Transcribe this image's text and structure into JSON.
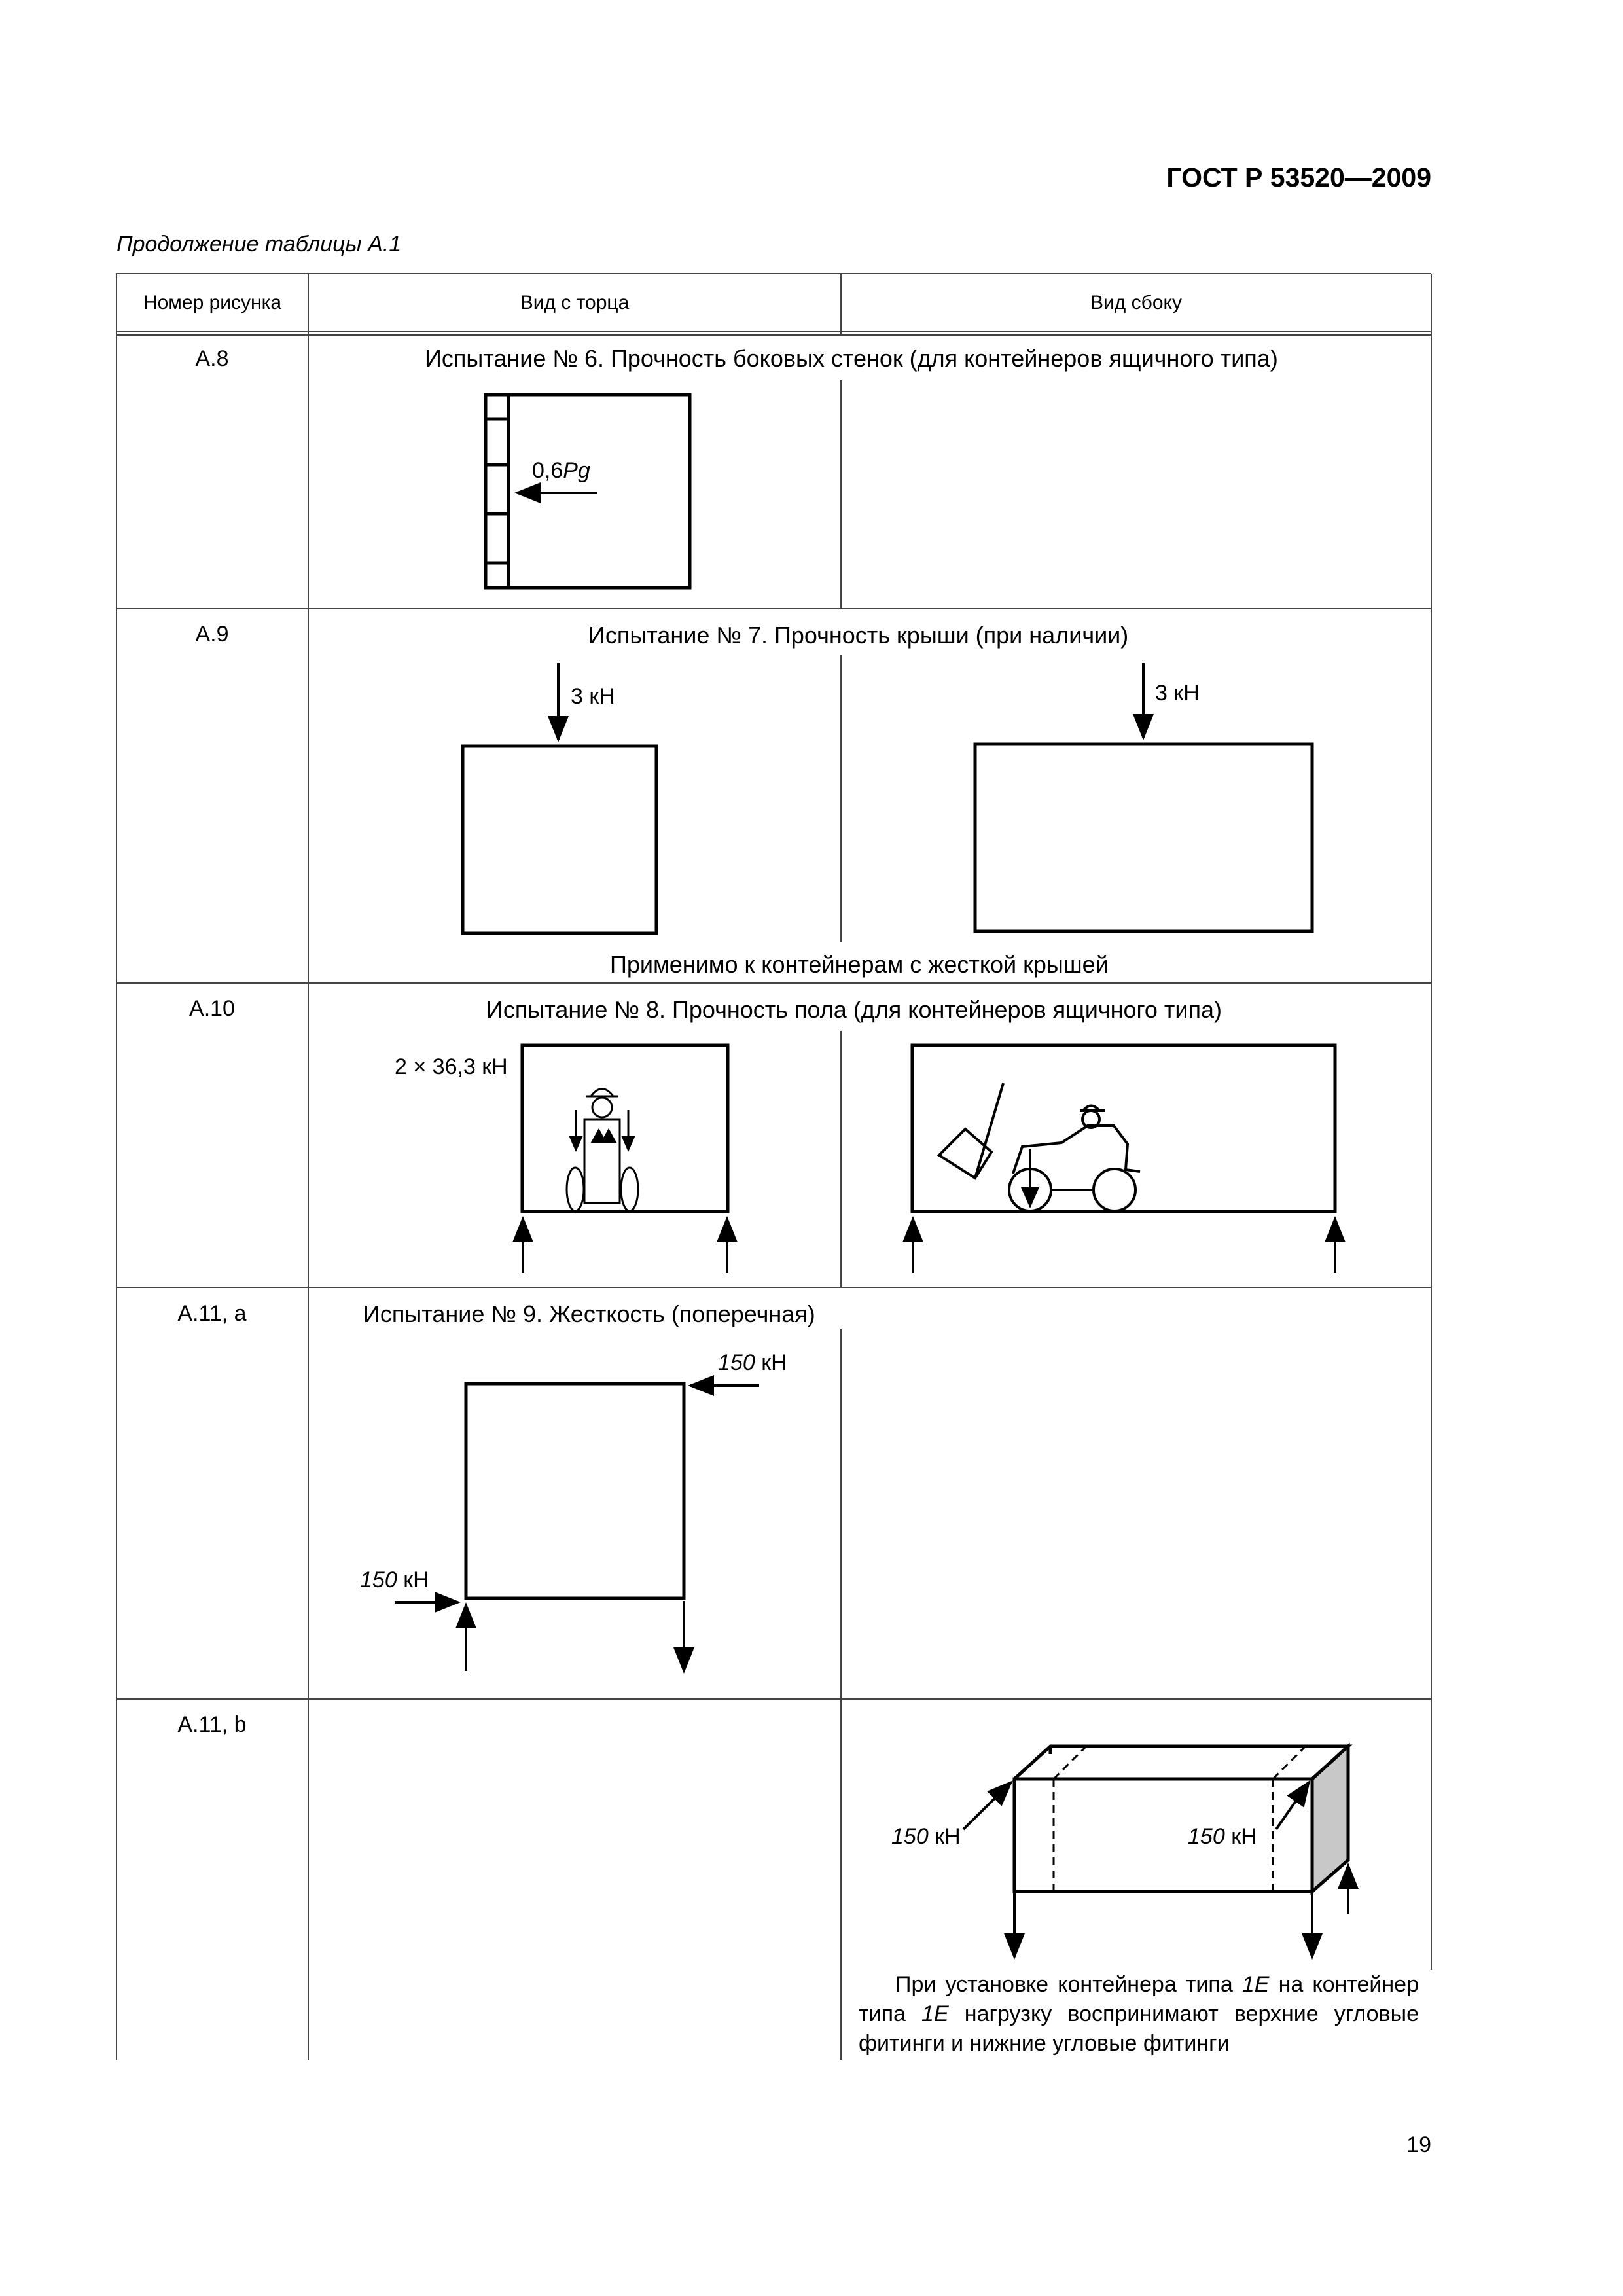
{
  "header": {
    "doc_code": "ГОСТ Р 53520—2009"
  },
  "caption": "Продолжение таблицы А.1",
  "table": {
    "headers": [
      "Номер рисунка",
      "Вид с торца",
      "Вид сбоку"
    ],
    "rows": [
      {
        "number": "А.8",
        "title": "Испытание № 6. Прочность боковых стенок (для контейнеров ящичного типа)",
        "labels": {
          "load_value": "0,6",
          "load_symbol": "Pg"
        }
      },
      {
        "number": "А.9",
        "title": "Испытание № 7. Прочность крыши (при наличии)",
        "labels": {
          "end_load": "3 кН",
          "side_load": "3 кН"
        },
        "footnote": "Применимо к контейнерам с жесткой крышей"
      },
      {
        "number": "А.10",
        "title": "Испытание № 8. Прочность пола (для контейнеров ящичного типа)",
        "labels": {
          "load": "2 × 36,3 кН"
        }
      },
      {
        "number": "А.11, а",
        "title": "Испытание № 9. Жесткость (поперечная)",
        "labels": {
          "top_value": "150",
          "top_unit": "кН",
          "bottom_value": "150",
          "bottom_unit": "кН"
        }
      },
      {
        "number": "А.11, b",
        "title": "",
        "labels": {
          "left_value": "150",
          "left_unit": "кН",
          "right_value": "150",
          "right_unit": "кН"
        },
        "note_parts": [
          "При установке контейнера типа ",
          "1E",
          " на контейнер типа ",
          "1E",
          " нагрузку воспринимают верхние угловые фитинги и нижние угловые фитинги"
        ]
      }
    ]
  },
  "page_number": "19"
}
